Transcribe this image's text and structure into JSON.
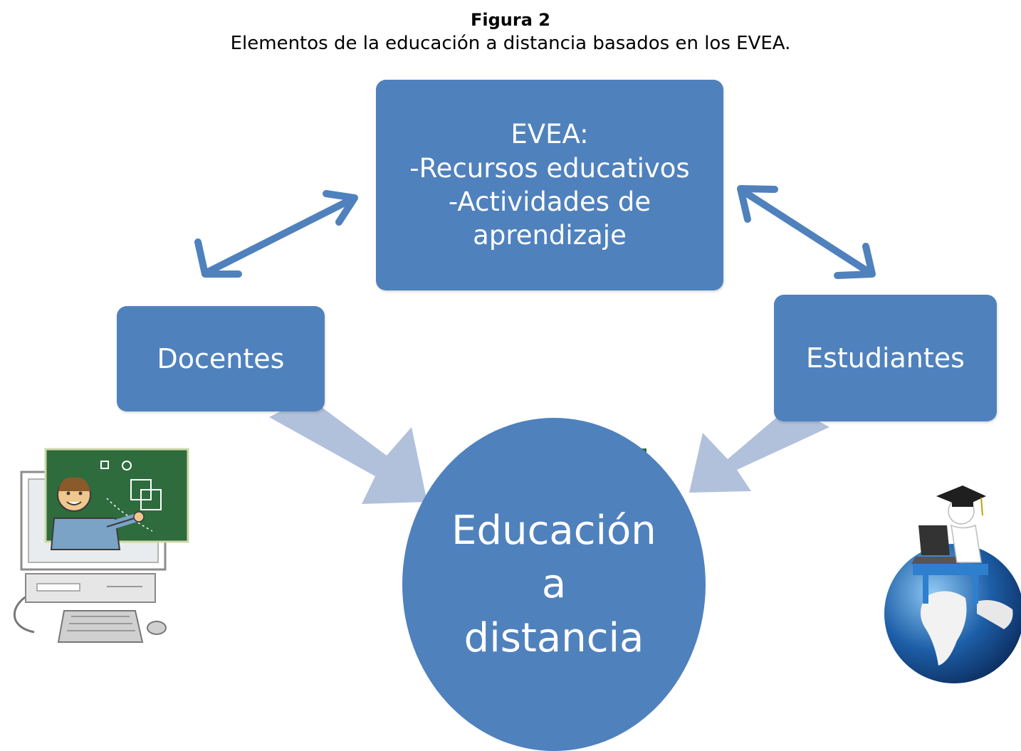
{
  "caption": {
    "title": "Figura 2",
    "subtitle": "Elementos de la educación a distancia basados en los EVEA."
  },
  "nodes": {
    "evea": {
      "title": "EVEA:",
      "line1": "-Recursos educativos",
      "line2": "-Actividades de",
      "line3": "aprendizaje"
    },
    "docentes": "Docentes",
    "estudiantes": "Estudiantes",
    "center": {
      "line1": "Educación",
      "line2": "a",
      "line3": "distancia"
    }
  },
  "colors": {
    "node_fill": "#4f81bd",
    "arrow_dark": "#4f81bd",
    "arrow_light": "#b1c1db"
  },
  "icons": {
    "left": "teacher-computer-icon",
    "right": "graduate-globe-icon"
  }
}
